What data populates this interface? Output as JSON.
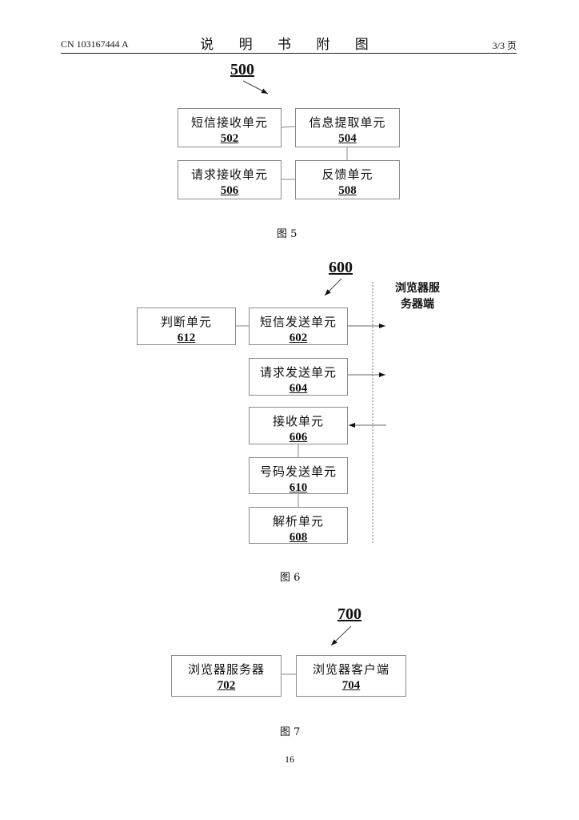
{
  "header": {
    "doc_number": "CN 103167444 A",
    "title": "说 明 书 附 图",
    "page_info": "3/3 页"
  },
  "figure5": {
    "ref": "500",
    "caption": "图 5",
    "units": [
      {
        "label": "短信接收单元",
        "number": "502"
      },
      {
        "label": "信息提取单元",
        "number": "504"
      },
      {
        "label": "请求接收单元",
        "number": "506"
      },
      {
        "label": "反馈单元",
        "number": "508"
      }
    ]
  },
  "figure6": {
    "ref": "600",
    "caption": "图 6",
    "side_label_line1": "浏览器服",
    "side_label_line2": "务器端",
    "units": [
      {
        "label": "判断单元",
        "number": "612"
      },
      {
        "label": "短信发送单元",
        "number": "602"
      },
      {
        "label": "请求发送单元",
        "number": "604"
      },
      {
        "label": "接收单元",
        "number": "606"
      },
      {
        "label": "号码发送单元",
        "number": "610"
      },
      {
        "label": "解析单元",
        "number": "608"
      }
    ]
  },
  "figure7": {
    "ref": "700",
    "caption": "图 7",
    "units": [
      {
        "label": "浏览器服务器",
        "number": "702"
      },
      {
        "label": "浏览器客户端",
        "number": "704"
      }
    ]
  },
  "footer": {
    "page_number": "16"
  }
}
